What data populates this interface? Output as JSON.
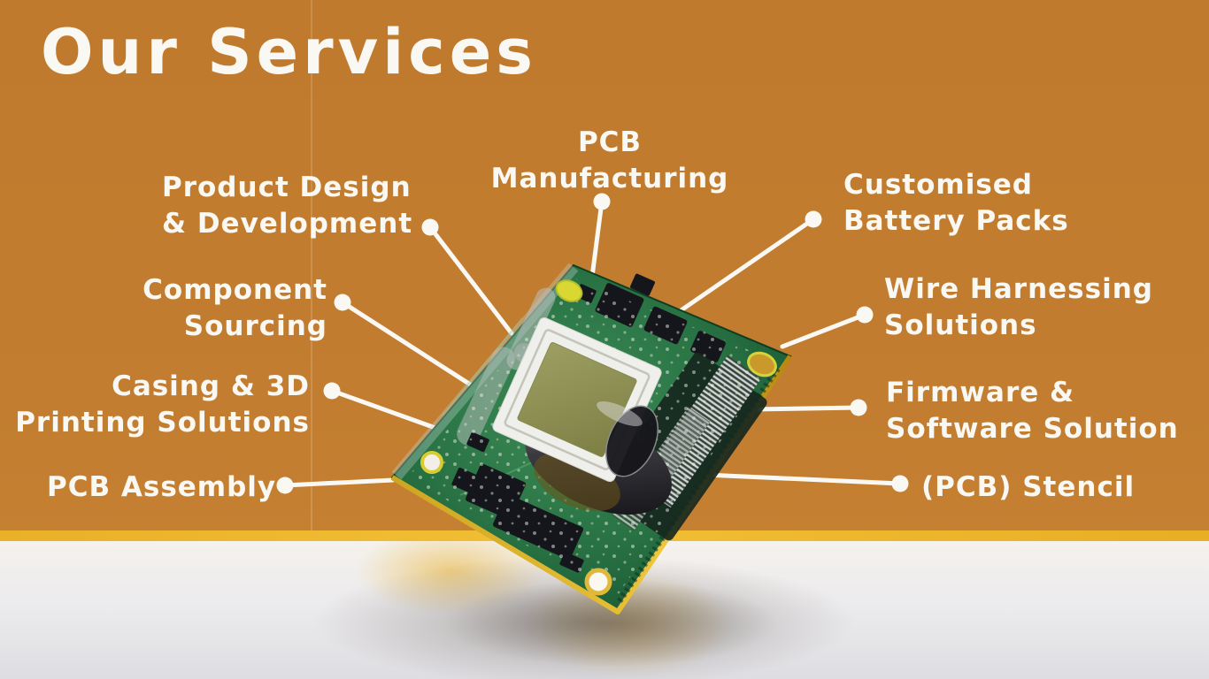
{
  "title": "Our Services",
  "services": [
    {
      "id": "product-design",
      "line1": "Product Design",
      "line2": "& Development"
    },
    {
      "id": "pcb-manufacturing",
      "line1": "PCB",
      "line2": "Manufacturing"
    },
    {
      "id": "customised-battery-packs",
      "line1": "Customised",
      "line2": "Battery Packs"
    },
    {
      "id": "component-sourcing",
      "line1": "Component",
      "line2": "Sourcing"
    },
    {
      "id": "wire-harnessing",
      "line1": "Wire Harnessing",
      "line2": "Solutions"
    },
    {
      "id": "casing-3d-printing",
      "line1": "Casing & 3D",
      "line2": "Printing Solutions"
    },
    {
      "id": "firmware-software",
      "line1": "Firmware &",
      "line2": "Software Solution"
    },
    {
      "id": "pcb-assembly",
      "line1": "PCB Assembly"
    },
    {
      "id": "pcb-stencil",
      "line1": "(PCB) Stencil"
    }
  ],
  "center_image": {
    "alt": "Tilted green printed circuit board with a central white-framed sensor module, metal clip and pin connector"
  },
  "colors": {
    "background_orange": "#C27C30",
    "accent_yellow": "#EDB32B",
    "text_white": "#FAF8F3",
    "pcb_green": "#2F7B4C",
    "floor_light": "#F1EEE9"
  }
}
